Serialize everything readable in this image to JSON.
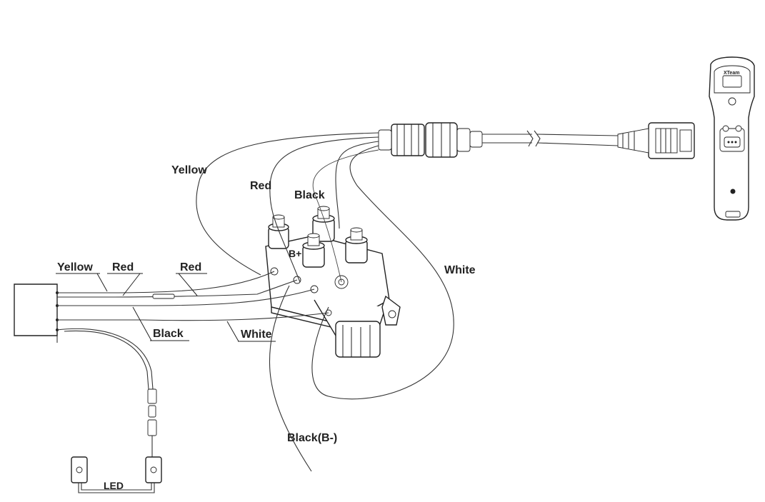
{
  "labels": {
    "yellow_top": "Yellow",
    "red_top": "Red",
    "black_top": "Black",
    "white_right": "White",
    "b_plus": "B+",
    "yellow_left": "Yellow",
    "red_left": "Red",
    "red_mid": "Red",
    "black_left": "Black",
    "white_mid": "White",
    "black_b_minus": "Black(B-)",
    "led": "LED",
    "remote_logo": "XTeam"
  },
  "colors": {
    "line": "#222222",
    "background": "#ffffff"
  }
}
